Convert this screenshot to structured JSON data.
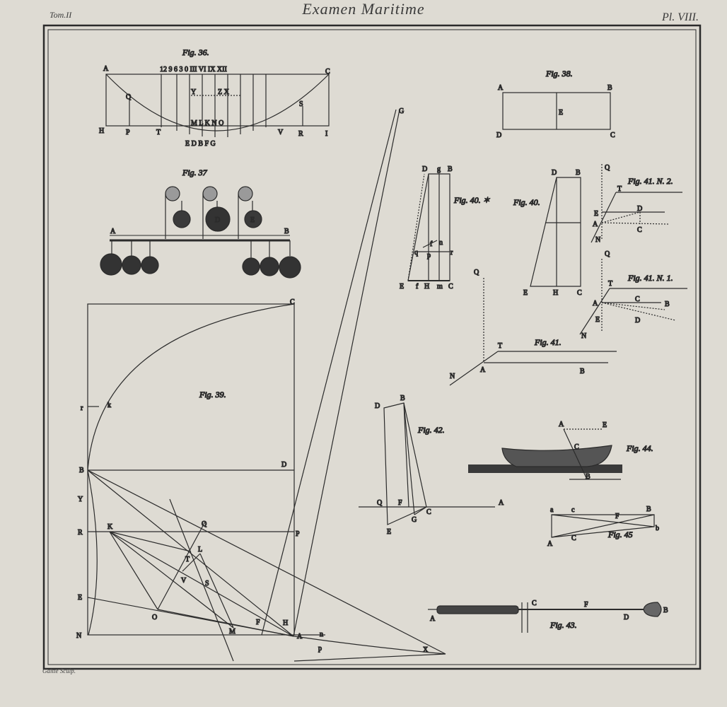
{
  "header": {
    "title": "Examen Maritime",
    "left": "Tom.II",
    "right": "Pl. VIII."
  },
  "credit": "Gaitte Sculp.",
  "figures": {
    "f36": "Fig. 36.",
    "f37": "Fig. 37",
    "f38": "Fig. 38.",
    "f39": "Fig. 39.",
    "f40a": "Fig. 40. ✶",
    "f40b": "Fig. 40.",
    "f41": "Fig. 41.",
    "f41n1": "Fig. 41. N. 1.",
    "f41n2": "Fig. 41. N. 2.",
    "f42": "Fig. 42.",
    "f43": "Fig. 43.",
    "f44": "Fig. 44.",
    "f45": "Fig. 45"
  },
  "fig36": {
    "A": "A",
    "C": "C",
    "H": "H",
    "I": "I",
    "Q": "Q",
    "P": "P",
    "T": "T",
    "V": "V",
    "R": "R",
    "S": "S",
    "top": "12  9  6  3  0  III VI IX XII",
    "Y": "Y",
    "ZX": "Z X",
    "mid": "M L K N O",
    "bot": "E D B F G"
  },
  "fig37": {
    "A": "A",
    "B": "B",
    "D": "D",
    "E": "E"
  },
  "fig38": {
    "A": "A",
    "B": "B",
    "C": "C",
    "D": "D",
    "E": "E"
  },
  "fig39": {
    "C": "C",
    "r": "r",
    "k": "k",
    "B": "B",
    "D": "D",
    "Y": "Y",
    "R": "R",
    "K": "K",
    "Q": "Q",
    "P": "P",
    "L": "L",
    "T": "T",
    "V": "V",
    "S": "S",
    "E": "E",
    "O": "O",
    "N": "N",
    "M": "M",
    "F": "F",
    "H": "H",
    "A": "A",
    "n": "n",
    "p": "p",
    "X": "X",
    "G": "G"
  },
  "fig40a": {
    "D": "D",
    "g": "g",
    "B": "B",
    "f": "f",
    "n": "n",
    "q": "q",
    "p": "p",
    "r": "r",
    "E": "E",
    "fl": "f",
    "H": "H",
    "m": "m",
    "C": "C"
  },
  "fig40b": {
    "D": "D",
    "B": "B",
    "E": "E",
    "H": "H",
    "C": "C"
  },
  "fig41n2": {
    "Q": "Q",
    "T": "T",
    "E": "E",
    "D": "D",
    "A": "A",
    "C": "C",
    "N": "N"
  },
  "fig41n1": {
    "Q": "Q",
    "T": "T",
    "A": "A",
    "C": "C",
    "B": "B",
    "E": "E",
    "D": "D",
    "N": "N"
  },
  "fig41": {
    "Q": "Q",
    "T": "T",
    "N": "N",
    "A": "A",
    "B": "B"
  },
  "fig42": {
    "D": "D",
    "B": "B",
    "Q": "Q",
    "F": "F",
    "C": "C",
    "A": "A",
    "E": "E",
    "G": "G"
  },
  "fig44": {
    "A": "A",
    "E": "E",
    "C": "C",
    "B": "B"
  },
  "fig45": {
    "a": "a",
    "c": "c",
    "F": "F",
    "B": "B",
    "b": "b",
    "A": "A",
    "C": "C"
  },
  "fig43": {
    "A": "A",
    "C": "C",
    "F": "F",
    "D": "D",
    "B": "B"
  }
}
